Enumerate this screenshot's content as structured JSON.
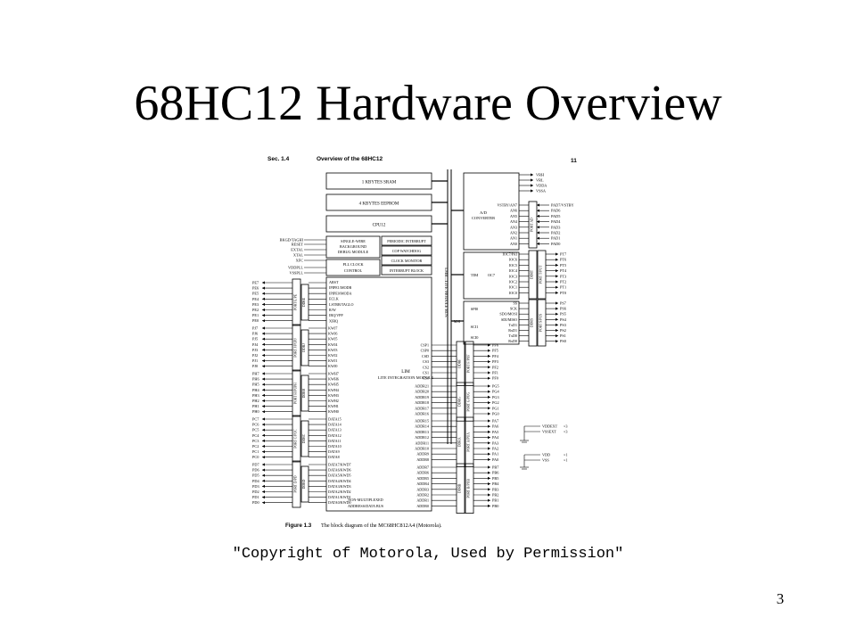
{
  "slide": {
    "title": "68HC12 Hardware Overview",
    "copyright": "\"Copyright of Motorola, Used by Permission\"",
    "page_number": "3"
  },
  "figure": {
    "section": "Sec. 1.4",
    "header": "Overview of the 68HC12",
    "book_page": "11",
    "caption_label": "Figure 1.3",
    "caption_text": "The block diagram of the MC68HC812A4 (Motorola).",
    "memory_blocks": [
      "1 KBYTES SRAM",
      "4 KBYTES EEPROM",
      "CPU12"
    ],
    "bus_label": "LMB—LITE MODULE BUS",
    "control_left": [
      {
        "label": "SINGLE-WIRE BACKGROUND DEBUG MODULE"
      },
      {
        "label": "PLL CLOCK CONTROL"
      }
    ],
    "control_right": [
      "PERIODIC INTERRUPT",
      "COP WATCHDOG",
      "CLOCK MONITOR",
      "INTERRUPT BLOCK"
    ],
    "control_pins": [
      "BKGD/TAGHI",
      "RESET",
      "EXTAL",
      "XTAL",
      "XFC",
      "VDDPLL",
      "VSSPLL"
    ],
    "lim": {
      "title": "LIM",
      "subtitle": "LITE INTEGRATION MODULE"
    },
    "lim_mode_signals": [
      "ARST",
      "IPIPE1/MODB",
      "IPIPE0/MODA",
      "ECLK",
      "LSTRB/TAGLO",
      "R/W",
      "IRQ/VPP",
      "XIRQ"
    ],
    "left_ports": [
      {
        "port": "PORT E/PE",
        "ddr": "DDRE",
        "pins": [
          "PE7",
          "PE6",
          "PE5",
          "PE4",
          "PE3",
          "PE2",
          "PE1",
          "PE0"
        ]
      },
      {
        "port": "PORT J/PUPJ",
        "ddr": "DDRJ",
        "pins": [
          "PJ7",
          "PJ6",
          "PJ5",
          "PJ4",
          "PJ3",
          "PJ2",
          "PJ1",
          "PJ0"
        ],
        "signals": [
          "KWJ7",
          "KWJ6",
          "KWJ5",
          "KWJ4",
          "KWJ3",
          "KWJ2",
          "KWJ1",
          "KWJ0"
        ]
      },
      {
        "port": "PORT H/PUPH",
        "ddr": "DDRH",
        "pins": [
          "PH7",
          "PH6",
          "PH5",
          "PH4",
          "PH3",
          "PH2",
          "PH1",
          "PH0"
        ],
        "signals": [
          "KWH7",
          "KWH6",
          "KWH5",
          "KWH4",
          "KWH3",
          "KWH2",
          "KWH1",
          "KWH0"
        ]
      },
      {
        "port": "PORT C/PUC",
        "ddr": "DDRC",
        "pins": [
          "PC7",
          "PC6",
          "PC5",
          "PC4",
          "PC3",
          "PC2",
          "PC1",
          "PC0"
        ],
        "signals": [
          "DATA15",
          "DATA14",
          "DATA13",
          "DATA12",
          "DATA11",
          "DATA10",
          "DATA9",
          "DATA8"
        ]
      },
      {
        "port": "PORT D/PD",
        "ddr": "DDRD",
        "pins": [
          "PD7",
          "PD6",
          "PD5",
          "PD4",
          "PD3",
          "PD2",
          "PD1",
          "PD0"
        ],
        "signals": [
          "DATA7/KWD7",
          "DATA6/KWD6",
          "DATA5/KWD5",
          "DATA4/KWD4",
          "DATA3/KWD3",
          "DATA2/KWD2",
          "DATA1/KWD1",
          "DATA0/KWD0"
        ]
      }
    ],
    "bus_notes": [
      "NON-MULTIPLEXED",
      "ADDRESS/DATA BUS"
    ],
    "right_lim_ports": [
      {
        "port": "PORT F/PUF",
        "ddr": "DDRF",
        "pins": [
          "PF6",
          "PF5",
          "PF4",
          "PF3",
          "PF2",
          "PF1",
          "PF0"
        ],
        "signals": [
          "CSP1",
          "CSP0",
          "CSD",
          "CS3",
          "CS2",
          "CS1",
          "CS0"
        ]
      },
      {
        "port": "PORT G/PUG",
        "ddr": "DDRG",
        "pins": [
          "PG5",
          "PG4",
          "PG3",
          "PG2",
          "PG1",
          "PG0"
        ],
        "signals": [
          "ADDR21",
          "ADDR20",
          "ADDR19",
          "ADDR18",
          "ADDR17",
          "ADDR16"
        ]
      },
      {
        "port": "PORT A/PUA",
        "ddr": "DDRA",
        "pins": [
          "PA7",
          "PA6",
          "PA5",
          "PA4",
          "PA3",
          "PA2",
          "PA1",
          "PA0"
        ],
        "signals": [
          "ADDR15",
          "ADDR14",
          "ADDR13",
          "ADDR12",
          "ADDR11",
          "ADDR10",
          "ADDR9",
          "ADDR8"
        ]
      },
      {
        "port": "PORT B/PUB",
        "ddr": "DDRB",
        "pins": [
          "PB7",
          "PB6",
          "PB5",
          "PB4",
          "PB3",
          "PB2",
          "PB1",
          "PB0"
        ],
        "signals": [
          "ADDR7",
          "ADDR6",
          "ADDR5",
          "ADDR4",
          "ADDR3",
          "ADDR2",
          "ADDR1",
          "ADDR0"
        ]
      }
    ],
    "power_pins_top": [
      "VRH",
      "VRL",
      "VDDA",
      "VSSA"
    ],
    "atd": {
      "title": "A/D CONVERTER",
      "port": "PORT AD",
      "signals": [
        "VSTBY/AN7",
        "AN6",
        "AN5",
        "AN4",
        "AN3",
        "AN2",
        "AN1",
        "AN0"
      ],
      "pins": [
        "PAD7/VSTBY",
        "PAD6",
        "PAD5",
        "PAD4",
        "PAD3",
        "PAD2",
        "PAD1",
        "PAD0"
      ]
    },
    "tim": {
      "title": "TIM",
      "sub": "OC7",
      "port": "PORT T/PUT",
      "ddr": "DDRT",
      "signals": [
        "IOC7/PAI",
        "IOC6",
        "IOC5",
        "IOC4",
        "IOC3",
        "IOC2",
        "IOC1",
        "IOC0"
      ],
      "pins": [
        "PT7",
        "PT6",
        "PT5",
        "PT4",
        "PT3",
        "PT2",
        "PT1",
        "PT0"
      ]
    },
    "serial": {
      "spi": "SPI0",
      "sci1": "SCI1",
      "sci0": "SCI0",
      "msi": "MSI",
      "port": "PORT S/PUS",
      "ddr": "DDRS",
      "signals": [
        "SS",
        "SCK",
        "SDO/MOSI",
        "SDI/MISO",
        "TxD1",
        "RxD1",
        "TxD0",
        "RxD0"
      ],
      "pins": [
        "PS7",
        "PS6",
        "PS5",
        "PS4",
        "PS3",
        "PS2",
        "PS1",
        "PS0"
      ]
    },
    "supply": [
      {
        "pin": "VDDEXT",
        "count": "×3"
      },
      {
        "pin": "VSSEXT",
        "count": "×3"
      },
      {
        "pin": "VDD",
        "count": "×1"
      },
      {
        "pin": "VSS",
        "count": "×1"
      }
    ]
  }
}
